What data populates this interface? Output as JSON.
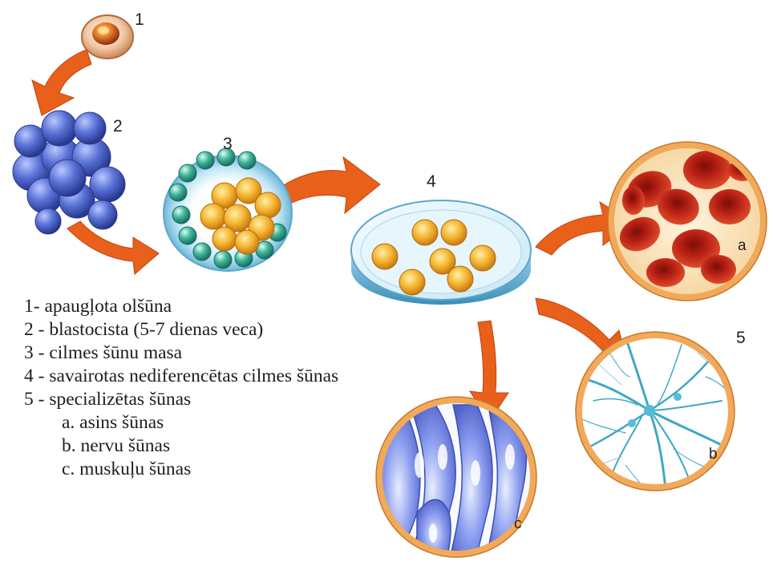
{
  "stages": [
    {
      "number": "1"
    },
    {
      "number": "2"
    },
    {
      "number": "3"
    },
    {
      "number": "4"
    },
    {
      "number": "5"
    }
  ],
  "cell_labels": {
    "a": "a",
    "b": "b",
    "c": "c"
  },
  "legend": [
    "1- apaugļota olšūna",
    "2 - blastocista (5-7 dienas veca)",
    "3 - cilmes šūnu masa",
    "4 - savairotas nediferencētas cilmes šūnas",
    "5 - specializētas šūnas"
  ],
  "legend_sub": [
    "a. asins šūnas",
    "b. nervu šūnas",
    "c. muskuļu šūnas"
  ],
  "colors": {
    "arrow": "#e8601a",
    "frame": "#f1a95a",
    "blood": "#c9281c",
    "nerve": "#3fa8c4",
    "muscle": "#6c7fd6",
    "yellow_cell": "#f5b431",
    "blastocyst": "#4a63c9"
  }
}
